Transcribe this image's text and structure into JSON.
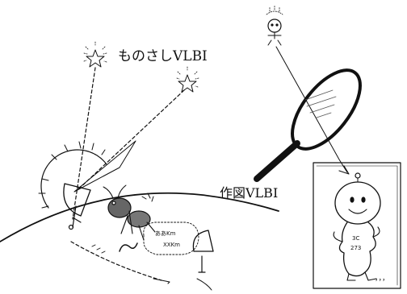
{
  "labels": {
    "monosashi": "ものさしVLBI",
    "sakuzu": "作図VLBI"
  },
  "sketch_text": {
    "distance_a": "ああKm",
    "distance_b": "XXKm",
    "star_id_1": "3C",
    "star_id_2": "273",
    "trail_dots": "，，，"
  },
  "colors": {
    "ink": "#111111",
    "lens_tint": "#555555"
  }
}
